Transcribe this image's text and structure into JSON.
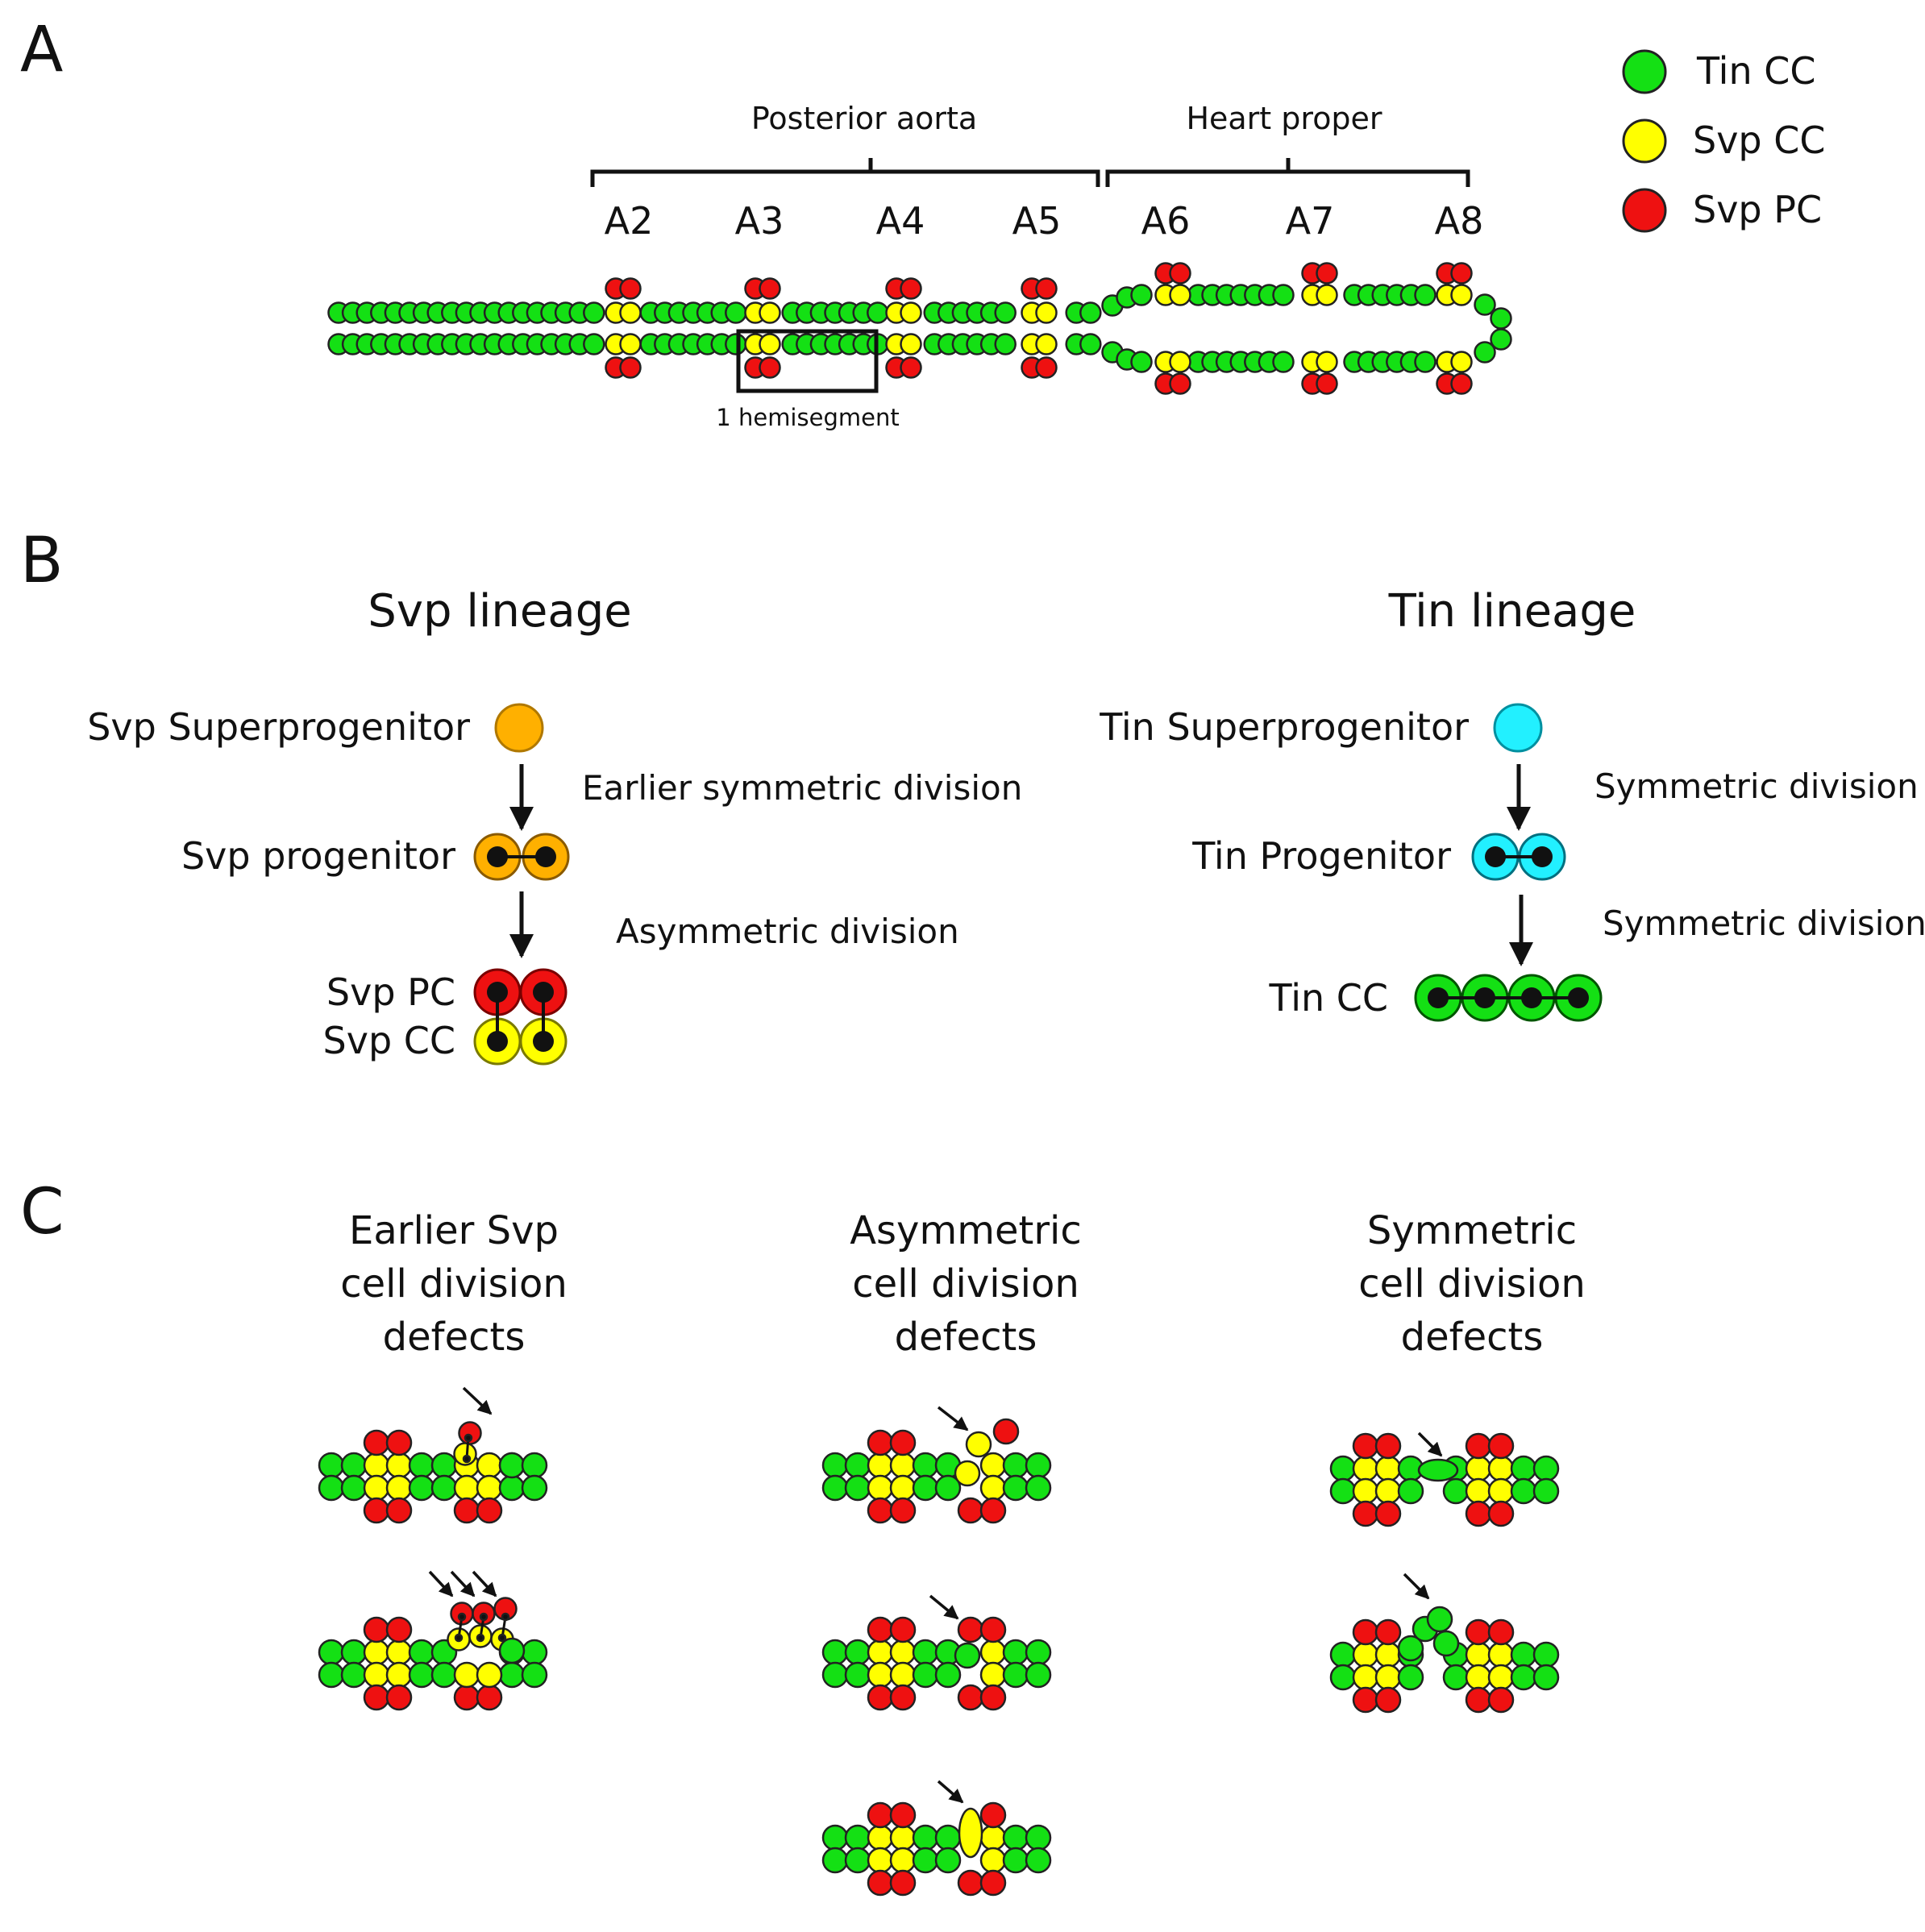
{
  "colors": {
    "tin_cc": "#14e014",
    "svp_cc": "#ffff00",
    "svp_pc": "#ee1111",
    "svp_super": "#ffb000",
    "tin_super": "#22f0ff",
    "outline": "#222222"
  },
  "panels": {
    "a": "A",
    "b": "B",
    "c": "C"
  },
  "legend": [
    {
      "label": "Tin CC",
      "color_key": "tin_cc"
    },
    {
      "label": "Svp CC",
      "color_key": "svp_cc"
    },
    {
      "label": "Svp PC",
      "color_key": "svp_pc"
    }
  ],
  "panel_a": {
    "regions": {
      "posterior_aorta": "Posterior aorta",
      "heart_proper": "Heart proper"
    },
    "segments": [
      "A2",
      "A3",
      "A4",
      "A5",
      "A6",
      "A7",
      "A8"
    ],
    "box_label": "1 hemisegment"
  },
  "panel_b": {
    "svp": {
      "title": "Svp  lineage",
      "superprogenitor": "Svp Superprogenitor",
      "progenitor": "Svp progenitor",
      "pc": "Svp PC",
      "cc": "Svp CC",
      "division1": "Earlier symmetric division",
      "division2": "Asymmetric division"
    },
    "tin": {
      "title": "Tin  lineage",
      "superprogenitor": "Tin Superprogenitor",
      "progenitor": "Tin Progenitor",
      "cc": "Tin CC",
      "division1": "Symmetric division",
      "division2": "Symmetric division"
    }
  },
  "panel_c": {
    "columns": [
      {
        "lines": [
          "Earlier Svp",
          "cell division",
          "defects"
        ]
      },
      {
        "lines": [
          "Asymmetric",
          "cell division",
          "defects"
        ]
      },
      {
        "lines": [
          "Symmetric",
          "cell division",
          "defects"
        ]
      }
    ]
  }
}
